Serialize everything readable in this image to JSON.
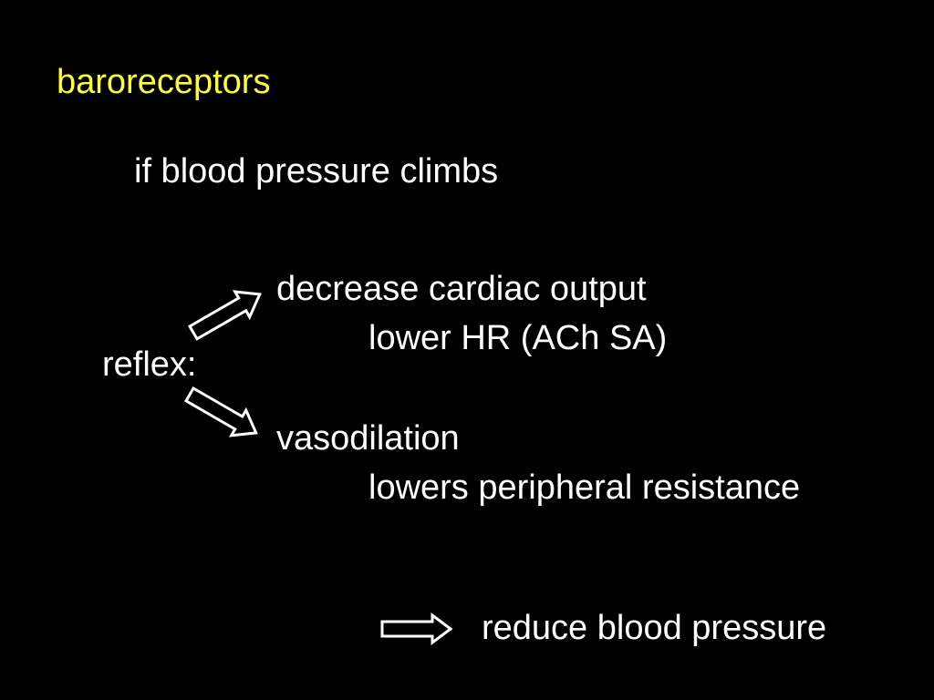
{
  "slide": {
    "title": "baroreceptors",
    "condition": "if blood pressure climbs",
    "reflex_label": "reflex:",
    "effects": [
      {
        "main": "decrease cardiac output",
        "sub": "lower HR (ACh SA)"
      },
      {
        "main": "vasodilation",
        "sub": "lowers peripheral resistance"
      }
    ],
    "result": "reduce blood pressure"
  },
  "colors": {
    "background": "#000000",
    "title": "#ffff33",
    "text": "#ffffff"
  },
  "icons": {
    "reflex_arrow_up": "hollow-arrow-up-right-icon",
    "reflex_arrow_down": "hollow-arrow-down-right-icon",
    "result_arrow": "hollow-arrow-right-icon"
  }
}
